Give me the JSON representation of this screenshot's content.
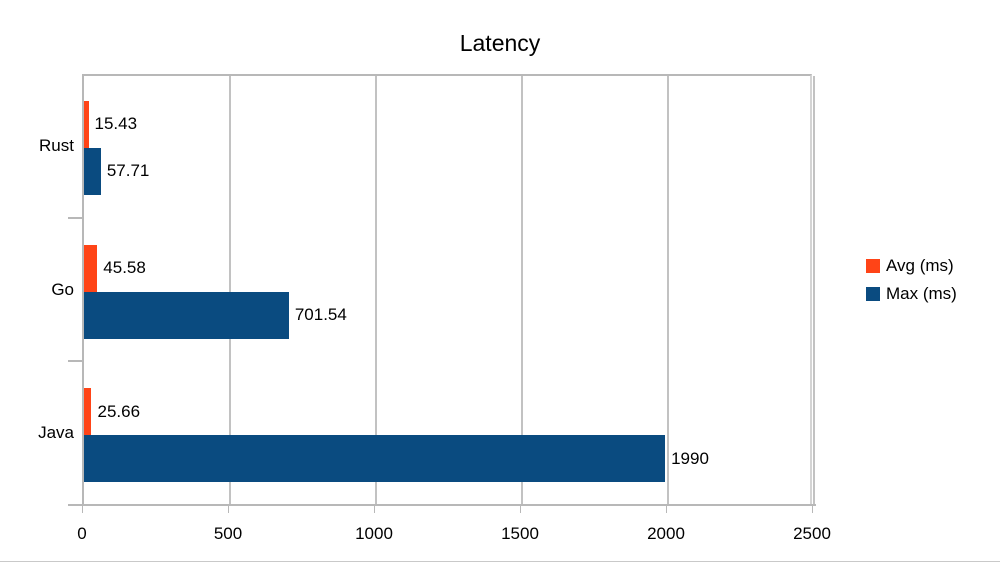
{
  "chart_data": {
    "type": "bar",
    "orientation": "horizontal",
    "title": "Latency",
    "xlabel": "",
    "ylabel": "",
    "categories": [
      "Rust",
      "Go",
      "Java"
    ],
    "series": [
      {
        "name": "Avg (ms)",
        "color": "#FF4417",
        "values": [
          15.43,
          45.58,
          25.66
        ]
      },
      {
        "name": "Max (ms)",
        "color": "#0A4B80",
        "values": [
          57.71,
          701.54,
          1990
        ]
      }
    ],
    "data_labels": [
      {
        "category": "Rust",
        "series": "Avg (ms)",
        "text": "15.43"
      },
      {
        "category": "Rust",
        "series": "Max (ms)",
        "text": "57.71"
      },
      {
        "category": "Go",
        "series": "Avg (ms)",
        "text": "45.58"
      },
      {
        "category": "Go",
        "series": "Max (ms)",
        "text": "701.54"
      },
      {
        "category": "Java",
        "series": "Avg (ms)",
        "text": "25.66"
      },
      {
        "category": "Java",
        "series": "Max (ms)",
        "text": "1990"
      }
    ],
    "xlim": [
      0,
      2500
    ],
    "xticks": [
      0,
      500,
      1000,
      1500,
      2000,
      2500
    ],
    "xtick_labels": [
      "0",
      "500",
      "1000",
      "1500",
      "2000",
      "2500"
    ],
    "grid": {
      "vertical": true,
      "horizontal": false,
      "color": "#C2C2C2"
    },
    "legend": {
      "position": "right",
      "entries": [
        "Avg (ms)",
        "Max (ms)"
      ]
    },
    "colors": {
      "avg": "#FF4417",
      "max": "#0A4B80",
      "axis": "#B8B8B8",
      "grid": "#C2C2C2",
      "text": "#000000",
      "background": "#FFFFFF"
    }
  }
}
